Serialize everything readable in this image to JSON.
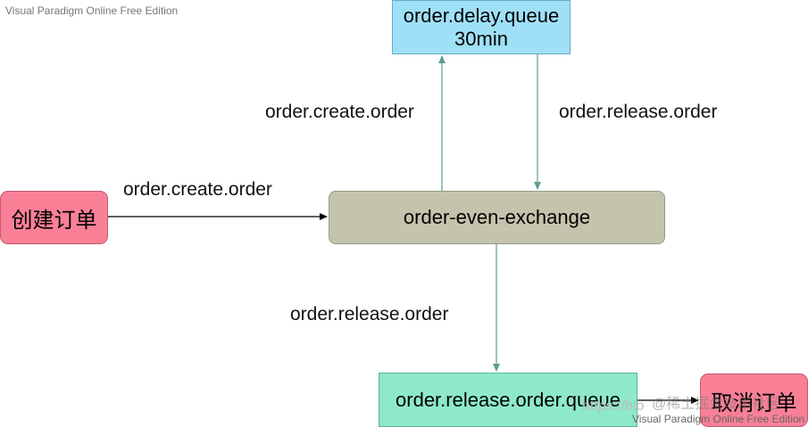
{
  "watermarks": {
    "top": "Visual Paradigm Online Free Edition",
    "bottom": "Visual Paradigm Online Free Edition",
    "site": "https://blo",
    "author": "@稀土掘金技术社区"
  },
  "nodes": {
    "delay_queue": {
      "line1": "order.delay.queue",
      "line2": "30min"
    },
    "exchange": {
      "label": "order-even-exchange"
    },
    "create_order": {
      "label": "创建订单"
    },
    "release_queue": {
      "label": "order.release.order.queue"
    },
    "cancel_order": {
      "label": "取消订单"
    }
  },
  "edge_labels": {
    "create_to_delay": "order.create.order",
    "delay_to_exchange": "order.release.order",
    "create_to_exchange": "order.create.order",
    "exchange_to_release": "order.release.order"
  },
  "colors": {
    "teal_edge": "#5a9e94",
    "black_edge": "#000000"
  }
}
